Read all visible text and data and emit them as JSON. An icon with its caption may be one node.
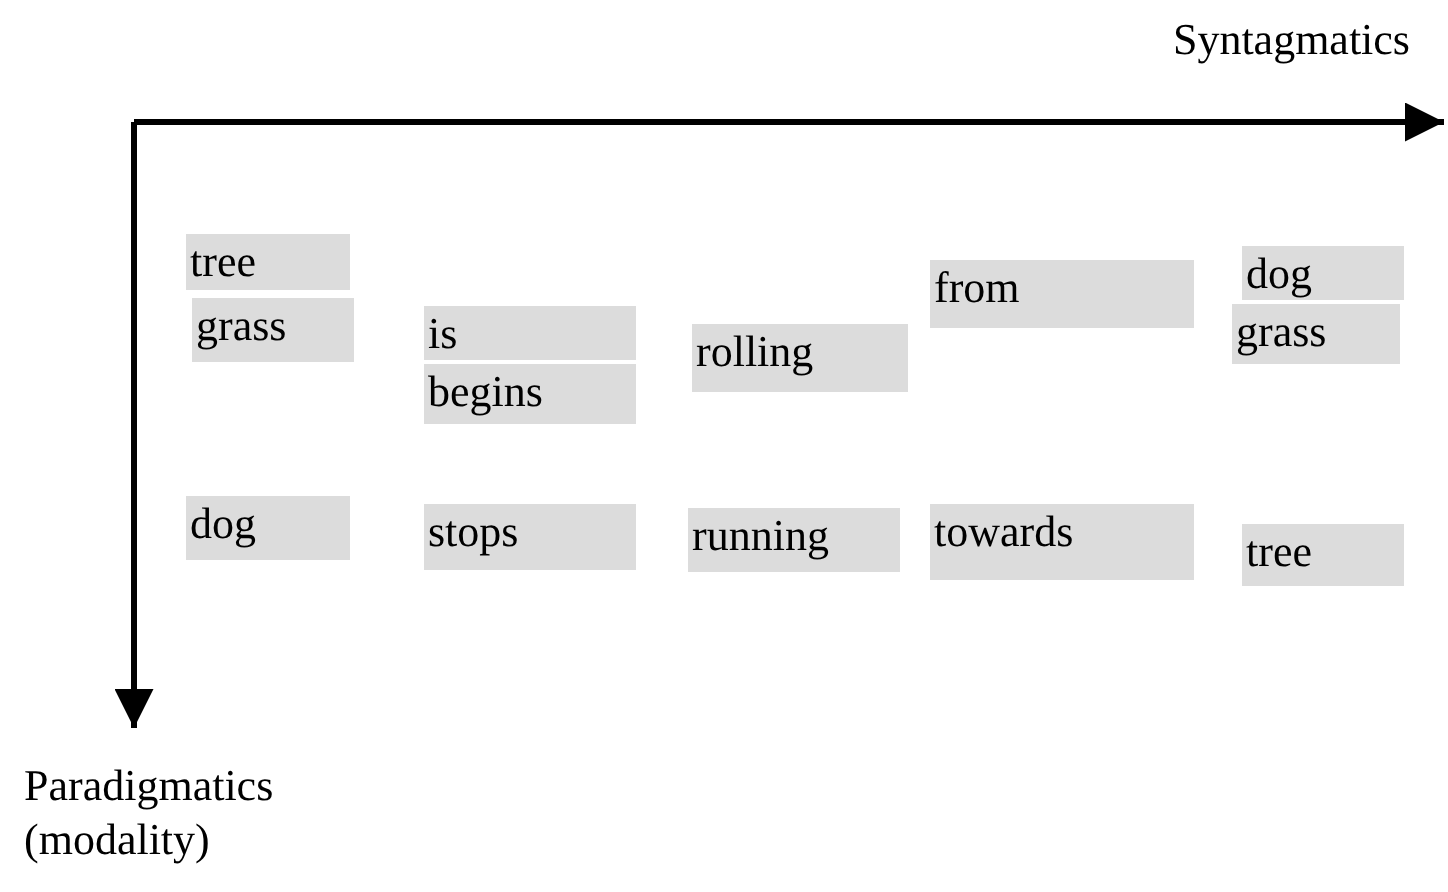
{
  "diagram": {
    "nodes": [
      {
        "text": [
          "tree"
        ]
      },
      {
        "text": [
          "grass"
        ]
      },
      {
        "text": [
          "dog"
        ]
      },
      {
        "text": [
          "is"
        ]
      },
      {
        "text": [
          "begins"
        ]
      },
      {
        "text": [
          "stops"
        ]
      },
      {
        "text": [
          "rolling"
        ]
      },
      {
        "text": [
          "running"
        ]
      },
      {
        "text": [
          "from"
        ]
      },
      {
        "text": [
          "towards"
        ]
      },
      {
        "text": [
          "dog"
        ]
      },
      {
        "text": [
          "grass"
        ]
      },
      {
        "text": [
          "tree"
        ]
      }
    ],
    "labels": [
      "Syntagmatics",
      "Paradigmatics (modality)"
    ]
  }
}
